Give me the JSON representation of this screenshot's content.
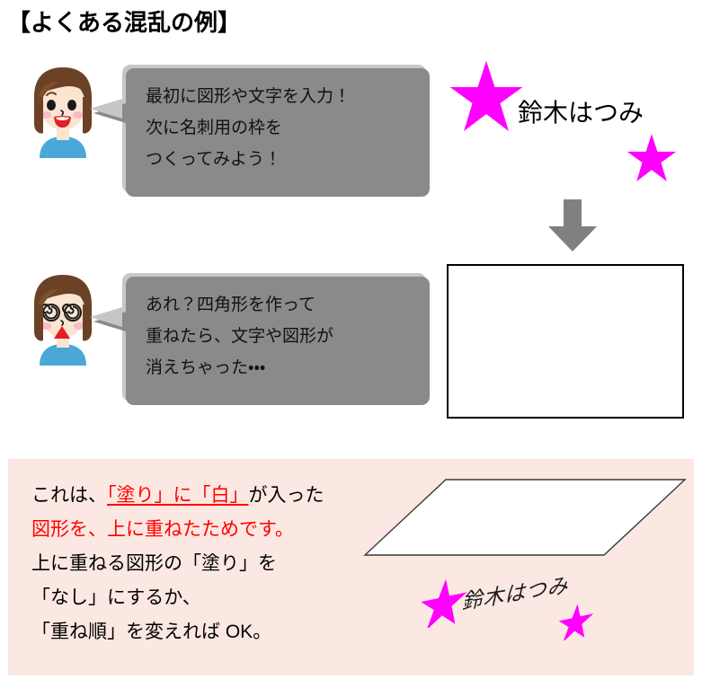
{
  "title": "【よくある混乱の例】",
  "scene_top": {
    "avatar": {
      "name": "happy-girl-face",
      "expression": "smiling"
    },
    "bubble": {
      "lines": [
        "最初に図形や文字を入力！",
        "次に名刺用の枠を",
        "つくってみよう！"
      ],
      "bg_color": "#c6c6c6",
      "shadow_color": "#8a8a8a"
    },
    "artwork": {
      "name_text": "鈴木はつみ",
      "star_color": "#ff00ff",
      "big_star_label": "big-star",
      "small_star_label": "small-star"
    },
    "arrow": {
      "label": "down-arrow",
      "color": "#808080"
    }
  },
  "scene_bottom": {
    "avatar": {
      "name": "dizzy-girl-face",
      "expression": "dizzy-spiral-eyes"
    },
    "bubble": {
      "lines": [
        "あれ？四角形を作って",
        "重ねたら、文字や図形が",
        "消えちゃった・・・"
      ],
      "bg_color": "#c6c6c6",
      "shadow_color": "#8a8a8a"
    },
    "white_box": {
      "label": "empty-white-rectangle",
      "fill": "#ffffff",
      "border": "#000000"
    }
  },
  "explanation": {
    "panel_color": "#fce8e2",
    "accent_color": "#ff0000",
    "line1": {
      "seg1": "これは、",
      "seg2": "「塗り」",
      "seg3": "に",
      "seg4": "「白」",
      "seg5": "が入った"
    },
    "line2": "図形を、上に重ねたためです。",
    "line3": "上に重ねる図形の「塗り」を",
    "line4": "「なし」にするか、",
    "line5": "「重ね順」を変えれば OK。",
    "illustration": {
      "shape_label": "white-parallelogram",
      "shape_fill": "#ffffff",
      "shape_border": "#333333",
      "name_text": "鈴木はつみ",
      "star_color": "#ff00ff"
    }
  }
}
